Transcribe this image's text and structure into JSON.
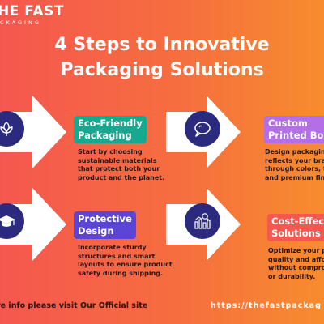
{
  "brand": {
    "name": "HE FAST",
    "tagline": "CKAGING"
  },
  "title": {
    "line1": "4 Steps to Innovative",
    "line2": "Packaging Solutions"
  },
  "steps": [
    {
      "icon": "eco-leaf-icon",
      "tag_lines": [
        "Eco-Friendly",
        "Packaging"
      ],
      "desc_lines": [
        "Start by choosing",
        "sustainable materials",
        "that protect both your",
        "product and the planet."
      ]
    },
    {
      "icon": "speech-bubble-icon",
      "tag_lines": [
        "Custom",
        "Printed Box"
      ],
      "desc_lines": [
        "Design packaging",
        "reflects your bran",
        "through colors, t",
        "and premium fini"
      ]
    },
    {
      "icon": "graduation-cap-icon",
      "tag_lines": [
        "Protective",
        "Design"
      ],
      "desc_lines": [
        "Incorporate sturdy",
        "structures and smart",
        "layouts to ensure product",
        "safety during shipping."
      ]
    },
    {
      "icon": "bar-chart-icon",
      "tag_lines": [
        "Cost-Effect",
        "Solutions"
      ],
      "desc_lines": [
        "Optimize your p",
        "quality and affo",
        "without compro",
        "or durability."
      ]
    }
  ],
  "footer": {
    "left": "re info please visit Our Official site",
    "right": "https://thefastpackag"
  },
  "colors": {
    "icon_bg": "#2b2a7e",
    "tag_teal": "#17a98f",
    "tag_blue": "#5b45d6",
    "tag_purple": "#b46ee6",
    "tag_coral": "#f4584f"
  }
}
